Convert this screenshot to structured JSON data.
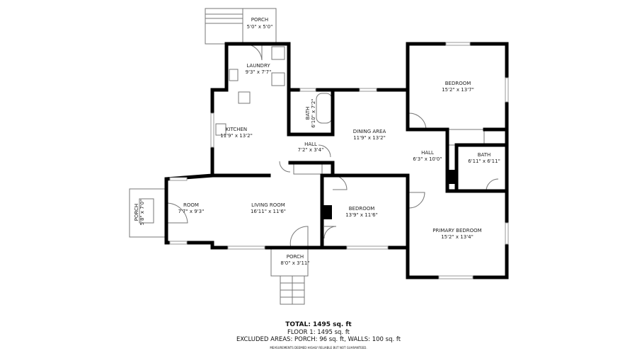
{
  "rooms": [
    {
      "name": "PORCH",
      "size": "5'0\" x 5'0\""
    },
    {
      "name": "LAUNDRY",
      "size": "9'3\" x 7'7\""
    },
    {
      "name": "KITCHEN",
      "size": "11'9\" x 13'2\""
    },
    {
      "name": "BATH",
      "size": "6'10\" x 7'2\""
    },
    {
      "name": "DINING AREA",
      "size": "11'9\" x 13'2\""
    },
    {
      "name": "HALL",
      "size": "7'2\" x 3'4\""
    },
    {
      "name": "BEDROOM",
      "size": "15'2\" x 13'7\""
    },
    {
      "name": "HALL",
      "size": "6'3\" x 10'0\""
    },
    {
      "name": "BATH",
      "size": "6'11\" x 6'11\""
    },
    {
      "name": "ROOM",
      "size": "7'7\" x 9'3\""
    },
    {
      "name": "PORCH",
      "size": "5'8\" x 7'0\""
    },
    {
      "name": "LIVING ROOM",
      "size": "16'11\" x 11'6\""
    },
    {
      "name": "BEDROOM",
      "size": "13'9\" x 11'6\""
    },
    {
      "name": "PRIMARY BEDROOM",
      "size": "15'2\" x 13'4\""
    },
    {
      "name": "PORCH",
      "size": "8'0\" x 3'11\""
    }
  ],
  "summary": {
    "total": "TOTAL: 1495 sq. ft",
    "floor": "FLOOR 1: 1495 sq. ft",
    "excluded": "EXCLUDED AREAS: PORCH: 96 sq. ft, WALLS: 100 sq. ft",
    "disclaimer": "MEASUREMENTS DEEMED HIGHLY RELIABLE BUT NOT GUARANTEED."
  }
}
